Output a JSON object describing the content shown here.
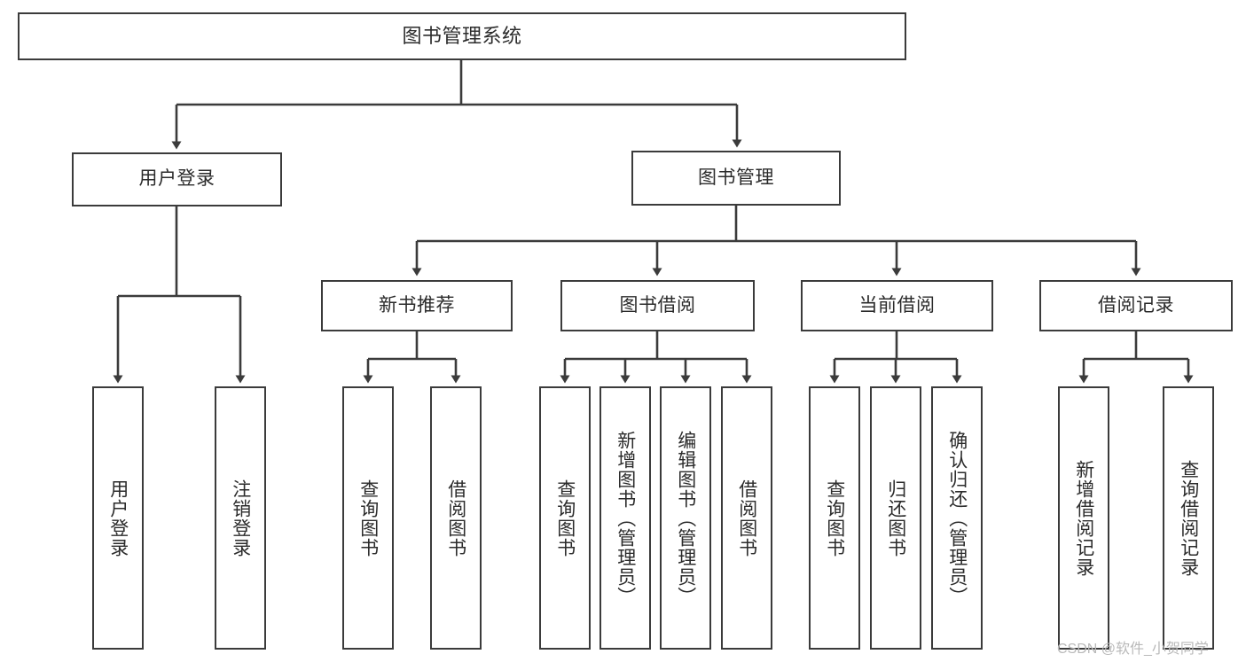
{
  "diagram": {
    "title": "图书管理系统",
    "type": "tree",
    "watermark": "CSDN @软件_小贺同学",
    "stroke_color": "#3b3b3b",
    "text_color": "#2b2b2b",
    "background": "#ffffff",
    "watermark_color": "#b9b9b9",
    "nodes": {
      "root": {
        "label": "图书管理系统"
      },
      "level1": [
        {
          "id": "user-login",
          "label": "用户登录"
        },
        {
          "id": "book-manage",
          "label": "图书管理"
        }
      ],
      "level2": [
        {
          "id": "new-book-recommend",
          "label": "新书推荐"
        },
        {
          "id": "book-borrow",
          "label": "图书借阅"
        },
        {
          "id": "current-borrow",
          "label": "当前借阅"
        },
        {
          "id": "borrow-record",
          "label": "借阅记录"
        }
      ],
      "leaves": {
        "user-login": [
          {
            "id": "leaf-user-login",
            "label": "用户登录"
          },
          {
            "id": "leaf-logout-login",
            "label": "注销登录"
          }
        ],
        "new-book-recommend": [
          {
            "id": "leaf-query-book-1",
            "label": "查询图书"
          },
          {
            "id": "leaf-borrow-book-1",
            "label": "借阅图书"
          }
        ],
        "book-borrow": [
          {
            "id": "leaf-query-book-2",
            "label": "查询图书"
          },
          {
            "id": "leaf-add-book",
            "label": "新增图书（管理员）"
          },
          {
            "id": "leaf-edit-book",
            "label": "编辑图书（管理员）"
          },
          {
            "id": "leaf-borrow-book-2",
            "label": "借阅图书"
          }
        ],
        "current-borrow": [
          {
            "id": "leaf-query-book-3",
            "label": "查询图书"
          },
          {
            "id": "leaf-return-book",
            "label": "归还图书"
          },
          {
            "id": "leaf-confirm-return",
            "label": "确认归还（管理员）"
          }
        ],
        "borrow-record": [
          {
            "id": "leaf-add-record",
            "label": "新增借阅记录"
          },
          {
            "id": "leaf-query-record",
            "label": "查询借阅记录"
          }
        ]
      }
    }
  }
}
